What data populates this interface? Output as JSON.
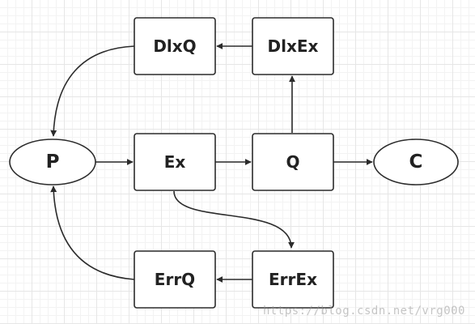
{
  "nodes": {
    "p": "P",
    "ex": "Ex",
    "q": "Q",
    "c": "C",
    "dlxq": "DlxQ",
    "dlxex": "DlxEx",
    "errq": "ErrQ",
    "errex": "ErrEx"
  },
  "watermark": "https://blog.csdn.net/vrg000",
  "colors": {
    "stroke": "#2b2b2b",
    "text": "#222222",
    "grid": "#e6e6e6"
  }
}
